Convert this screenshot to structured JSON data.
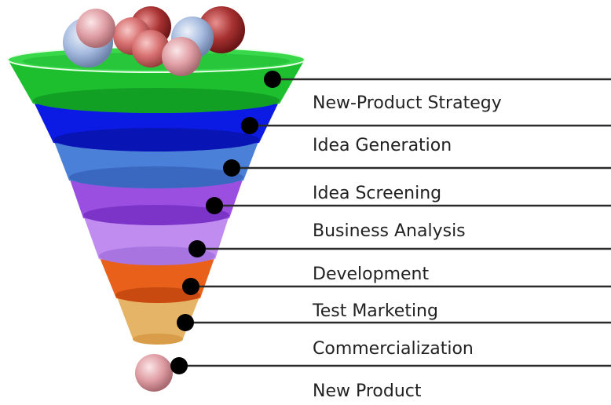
{
  "stages": [
    {
      "label": "New-Product Strategy",
      "color": "#1dbf2f"
    },
    {
      "label": "Idea Generation",
      "color": "#0b1be3"
    },
    {
      "label": "Idea Screening",
      "color": "#4b80d8"
    },
    {
      "label": "Business Analysis",
      "color": "#9a4fe0"
    },
    {
      "label": "Development",
      "color": "#c08cf0"
    },
    {
      "label": "Test Marketing",
      "color": "#e8601a"
    },
    {
      "label": "Commercialization",
      "color": "#e6b466"
    }
  ],
  "output_label": "New Product",
  "ball_colors": {
    "pink": "#e0a0a6",
    "red": "#a83232",
    "blue": "#a8bde0"
  },
  "line_color": "#2a2a2a",
  "dot_color": "#000000"
}
